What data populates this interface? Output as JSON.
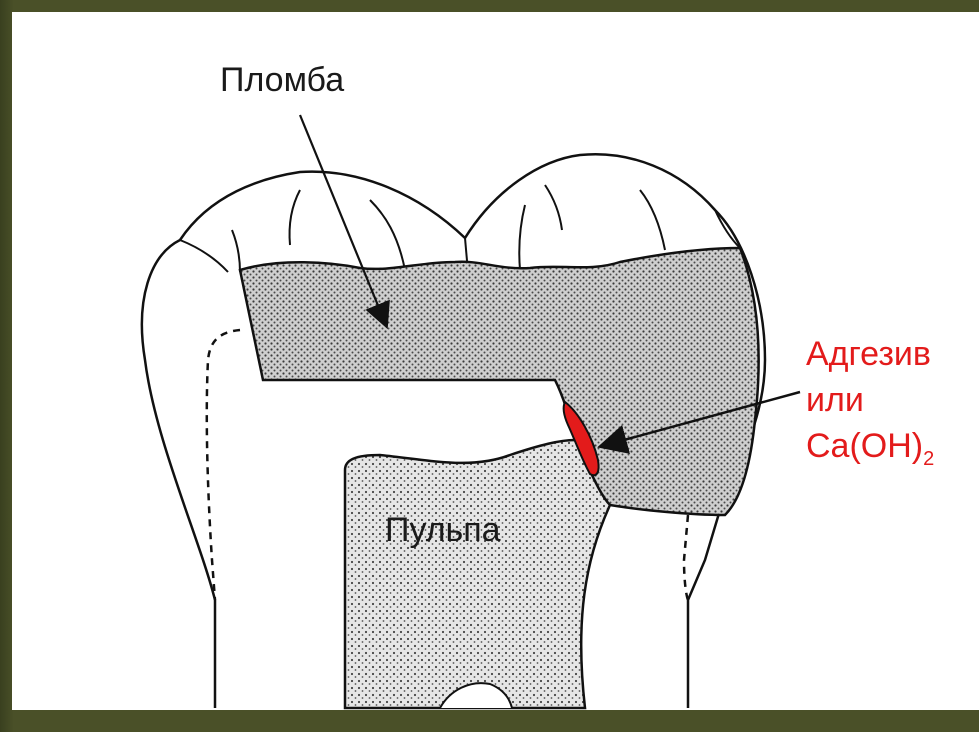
{
  "labels": {
    "filling": "Пломба",
    "pulp": "Пульпа",
    "adhesive_line1": "Адгезив",
    "adhesive_line2": "или",
    "adhesive_line3_main": "Ca(OH)",
    "adhesive_line3_sub": "2"
  },
  "colors": {
    "frame": "#4a5028",
    "outline": "#111111",
    "stipple": "#555555",
    "filling_fill": "#d8d8d8",
    "pulp_fill": "#e2e2e2",
    "adhesive_fill": "#e31b1b",
    "adhesive_text": "#e31b1b"
  }
}
